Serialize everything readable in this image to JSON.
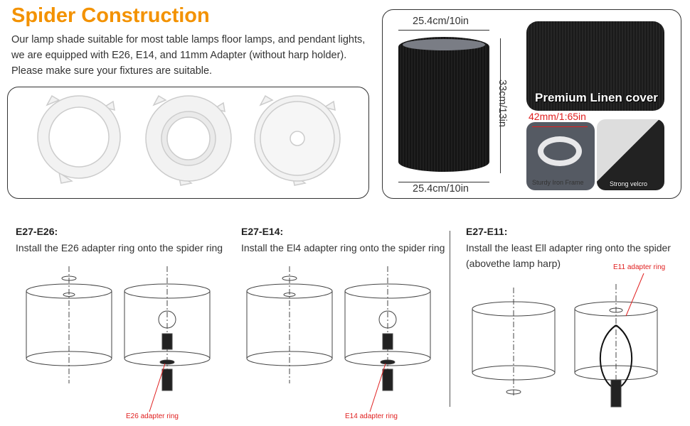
{
  "title": "Spider Construction",
  "intro": [
    "Our lamp shade suitable for most table lamps floor lamps, and pendant lights,",
    "we are equipped with E26, E14, and 11mm Adapter (without harp holder).",
    "Please make sure your fixtures are suitable."
  ],
  "dimensions": {
    "top_width": "25.4cm/10in",
    "bottom_width": "25.4cm/10in",
    "height": "33cm/13in"
  },
  "features": {
    "cover": "Premium Linen cover",
    "ring_size": "42mm/1:65in",
    "frame": "Sturdy Iron Frame",
    "velcro": "Strong velcro"
  },
  "colors": {
    "accent": "#f39200",
    "annotation": "#e02020"
  },
  "steps": [
    {
      "heading": "E27-E26:",
      "desc": "Install the E26 adapter ring onto the spider ring",
      "label": "E26 adapter ring"
    },
    {
      "heading": "E27-E14:",
      "desc": "Install the El4 adapter ring onto the spider ring",
      "label": "E14 adapter ring"
    },
    {
      "heading": "E27-E11:",
      "desc": "Install the least Ell adapter ring onto the spider",
      "desc2": "(abovethe lamp harp)",
      "label": "E11 adapter ring"
    }
  ]
}
